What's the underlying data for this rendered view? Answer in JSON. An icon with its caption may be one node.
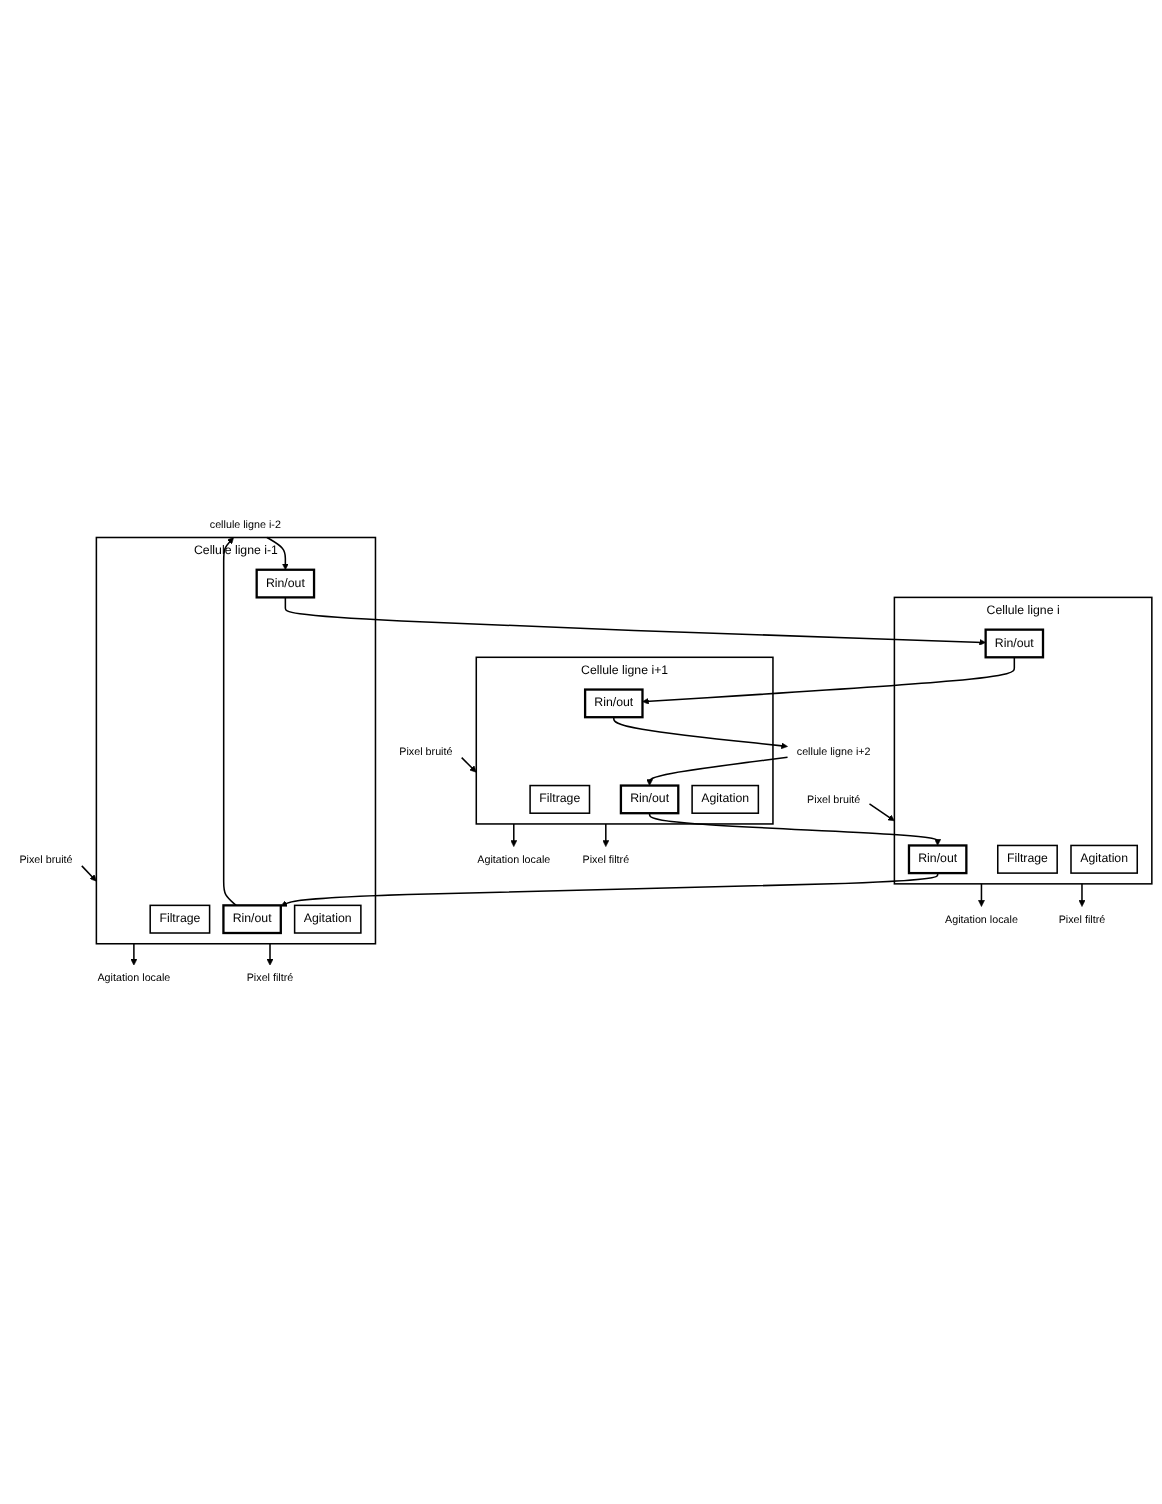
{
  "diagram": {
    "nodes": [
      {
        "text": [
          "cellule ligne i-2"
        ]
      },
      {
        "text": [
          "Cellule ligne i-1"
        ]
      },
      {
        "text": [
          "Filtrage"
        ],
        "in": 1
      },
      {
        "text": [
          "Rin/out"
        ],
        "in": 1
      },
      {
        "text": [
          "Rin/out"
        ],
        "in": 1
      },
      {
        "text": [
          "Agitation"
        ],
        "in": 1
      },
      {
        "text": [
          "Pixel bruité"
        ]
      },
      {
        "text": [
          "Agitation locale"
        ]
      },
      {
        "text": [
          "Pixel filtré"
        ]
      },
      {
        "text": [
          "Cellule ligne i"
        ]
      },
      {
        "text": [
          "Filtrage"
        ],
        "in": 9
      },
      {
        "text": [
          "Rin/out"
        ],
        "in": 9
      },
      {
        "text": [
          "Rin/out"
        ],
        "in": 9
      },
      {
        "text": [
          "Agitation"
        ],
        "in": 9
      },
      {
        "text": [
          "Pixel bruité"
        ]
      },
      {
        "text": [
          "Agitation locale"
        ]
      },
      {
        "text": [
          "Pixel filtré"
        ]
      },
      {
        "text": [
          "Cellule ligne i+1"
        ]
      },
      {
        "text": [
          "Filtrage"
        ],
        "in": 17
      },
      {
        "text": [
          "Rin/out"
        ],
        "in": 17
      },
      {
        "text": [
          "Rin/out"
        ],
        "in": 17
      },
      {
        "text": [
          "Agitation"
        ],
        "in": 17
      },
      {
        "text": [
          "Pixel bruité"
        ]
      },
      {
        "text": [
          "Agitation locale"
        ]
      },
      {
        "text": [
          "Pixel filtré"
        ]
      },
      {
        "text": [
          "cellule ligne i+2"
        ]
      }
    ],
    "edges": [
      {
        "from": 0,
        "to": 3,
        "arrow": "to"
      },
      {
        "from": 4,
        "to": 0,
        "arrow": "to"
      },
      {
        "from": 6,
        "to": 1,
        "arrow": "to"
      },
      {
        "from": 1,
        "to": 7,
        "arrow": "to"
      },
      {
        "from": 1,
        "to": 8,
        "arrow": "to"
      },
      {
        "from": 3,
        "to": 11,
        "arrow": "to"
      },
      {
        "from": 12,
        "to": 4,
        "arrow": "to"
      },
      {
        "from": 14,
        "to": 9,
        "arrow": "to"
      },
      {
        "from": 9,
        "to": 15,
        "arrow": "to"
      },
      {
        "from": 9,
        "to": 16,
        "arrow": "to"
      },
      {
        "from": 11,
        "to": 19,
        "arrow": "to"
      },
      {
        "from": 20,
        "to": 12,
        "arrow": "to"
      },
      {
        "from": 22,
        "to": 17,
        "arrow": "to"
      },
      {
        "from": 17,
        "to": 23,
        "arrow": "to"
      },
      {
        "from": 17,
        "to": 24,
        "arrow": "to"
      },
      {
        "from": 19,
        "to": 25,
        "arrow": "to"
      },
      {
        "from": 25,
        "to": 20,
        "arrow": "to"
      }
    ]
  }
}
